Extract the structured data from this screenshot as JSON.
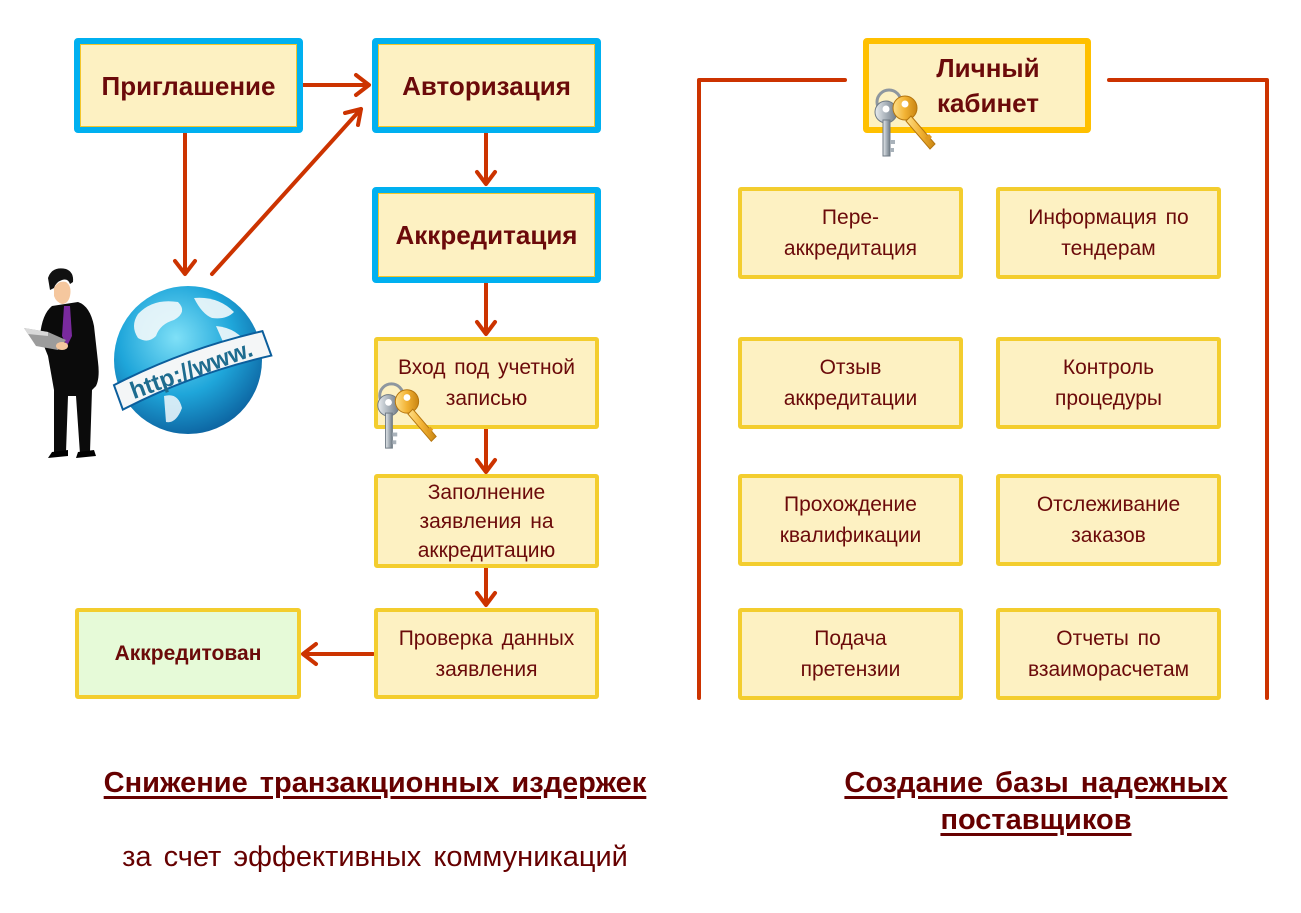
{
  "left_flow": {
    "invitation": "Приглашение",
    "authorization": "Авторизация",
    "accreditation": "Аккредитация",
    "login": "Вход под учетной\nзаписью",
    "fill_application": "Заполнение\nзаявления на\nаккредитацию",
    "check_data": "Проверка данных\nзаявления",
    "accredited": "Аккредитован"
  },
  "globe": {
    "url_text": "http://www."
  },
  "right_panel": {
    "cabinet": "Личный\nкабинет",
    "items": [
      "Пере-\nаккредитация",
      "Информация по\nтендерам",
      "Отзыв\nаккредитации",
      "Контроль\nпроцедуры",
      "Прохождение\nквалификации",
      "Отслеживание\nзаказов",
      "Подача\nпретензии",
      "Отчеты по\nвзаиморасчетам"
    ]
  },
  "captions": {
    "left_title": "Снижение транзакционных издержек",
    "left_subtitle": "за счет эффективных коммуникаций",
    "right_title": "Создание базы надежных\nпоставщиков"
  },
  "colors": {
    "arrow": "#CC3300",
    "blue_border": "#00B0F0",
    "yellow_border": "#F3CD2E",
    "gold_border": "#FFC000",
    "box_fill": "#FDF1C2",
    "green_fill": "#E6FAD8",
    "text": "#660000"
  }
}
